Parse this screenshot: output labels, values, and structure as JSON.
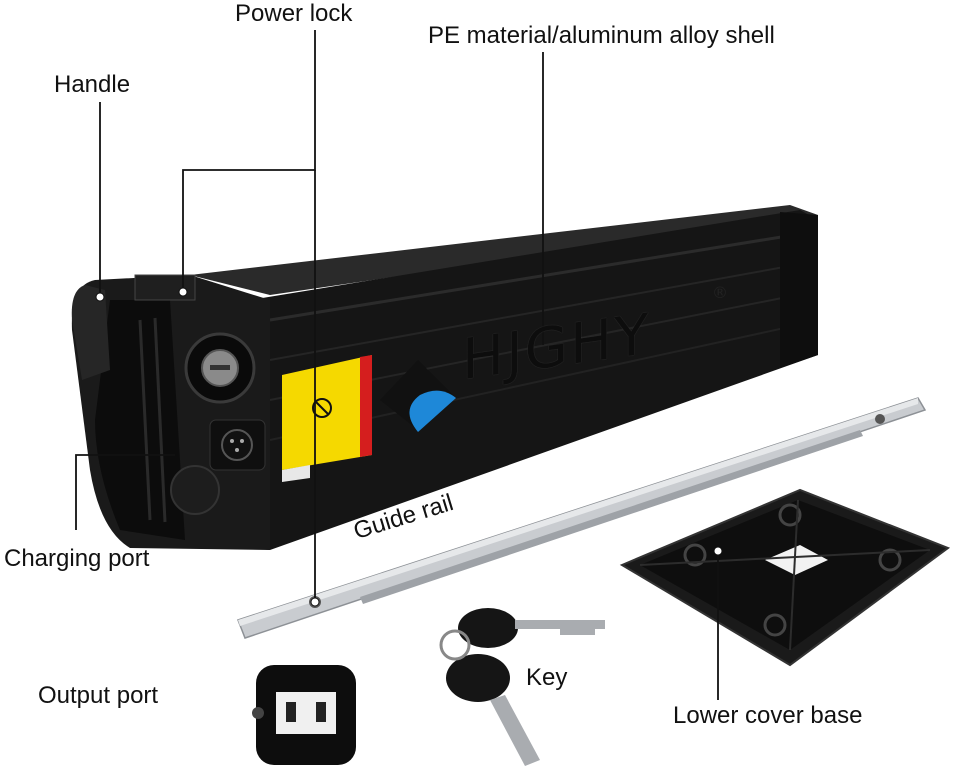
{
  "labels": {
    "power_lock": "Power lock",
    "shell": "PE material/aluminum alloy shell",
    "handle": "Handle",
    "charging_port": "Charging port",
    "guide_rail": "Guide rail",
    "output_port": "Output port",
    "key": "Key",
    "lower_cover_base": "Lower cover base"
  },
  "brand": {
    "name": "HJGHY",
    "registered": "®"
  },
  "colors": {
    "battery_body": "#141414",
    "rail": "#c9ccd0",
    "warning_label": "#f5d900",
    "logo_blue": "#1e88d8"
  }
}
